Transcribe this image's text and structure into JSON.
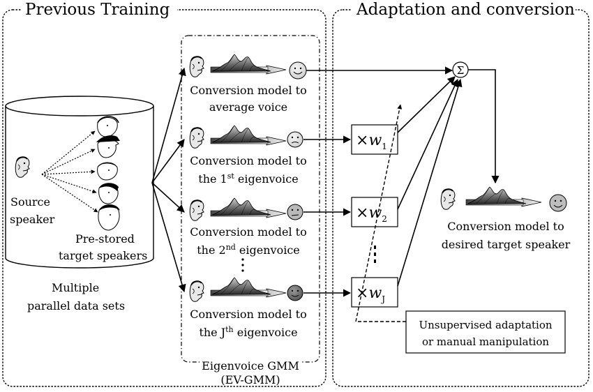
{
  "sections": {
    "previous_training": "Previous Training",
    "adaptation": "Adaptation and conversion"
  },
  "left": {
    "source_line1": "Source",
    "source_line2": "speaker",
    "prestored_line1": "Pre-stored",
    "prestored_line2": "target speakers",
    "datasets_line1": "Multiple",
    "datasets_line2": "parallel data sets"
  },
  "models": [
    {
      "line1": "Conversion model to",
      "line2_pre": "average voice",
      "sup": "",
      "line2_post": ""
    },
    {
      "line1": "Conversion model to",
      "line2_pre": "the 1",
      "sup": "st",
      "line2_post": " eigenvoice"
    },
    {
      "line1": "Conversion model to",
      "line2_pre": "the 2",
      "sup": "nd",
      "line2_post": " eigenvoice"
    },
    {
      "line1": "Conversion model to",
      "line2_pre": "the J",
      "sup": "th",
      "line2_post": " eigenvoice"
    }
  ],
  "evgmm": {
    "line1": "Eigenvoice GMM",
    "line2": "(EV-GMM)"
  },
  "weights": [
    {
      "times": "×",
      "w": "w",
      "sub": "1"
    },
    {
      "times": "×",
      "w": "w",
      "sub": "2"
    },
    {
      "times": "×",
      "w": "w",
      "sub": "J"
    }
  ],
  "sum_symbol": "Σ",
  "target": {
    "line1": "Conversion model to",
    "line2": "desired target speaker"
  },
  "unsupervised": {
    "line1": "Unsupervised adaptation",
    "line2": "or manual manipulation"
  },
  "ellipsis": "⋮"
}
